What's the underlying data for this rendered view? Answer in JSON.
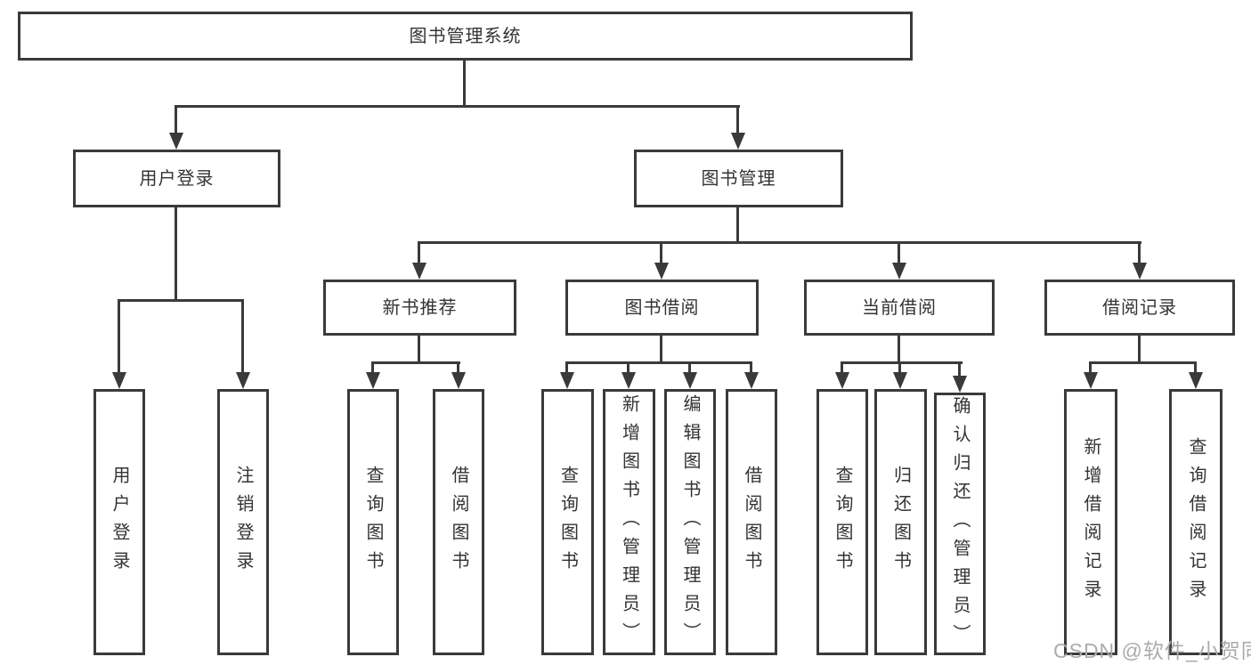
{
  "watermark": "CSDN @软件_小贺同学",
  "colors": {
    "line": "#3a3a3a",
    "border": "#3a3a3a",
    "text": "#333333",
    "watermark_text": "#ababab",
    "background": "#ffffff"
  },
  "tree": {
    "label": "图书管理系统",
    "children": [
      {
        "label": "用户登录",
        "children": [
          {
            "label": "用户登录"
          },
          {
            "label": "注销登录"
          }
        ]
      },
      {
        "label": "图书管理",
        "children": [
          {
            "label": "新书推荐",
            "children": [
              {
                "label": "查询图书"
              },
              {
                "label": "借阅图书"
              }
            ]
          },
          {
            "label": "图书借阅",
            "children": [
              {
                "label": "查询图书"
              },
              {
                "label": "新增图书（管理员）"
              },
              {
                "label": "编辑图书（管理员）"
              },
              {
                "label": "借阅图书"
              }
            ]
          },
          {
            "label": "当前借阅",
            "children": [
              {
                "label": "查询图书"
              },
              {
                "label": "归还图书"
              },
              {
                "label": "确认归还（管理员）"
              }
            ]
          },
          {
            "label": "借阅记录",
            "children": [
              {
                "label": "新增借阅记录"
              },
              {
                "label": "查询借阅记录"
              }
            ]
          }
        ]
      }
    ]
  }
}
